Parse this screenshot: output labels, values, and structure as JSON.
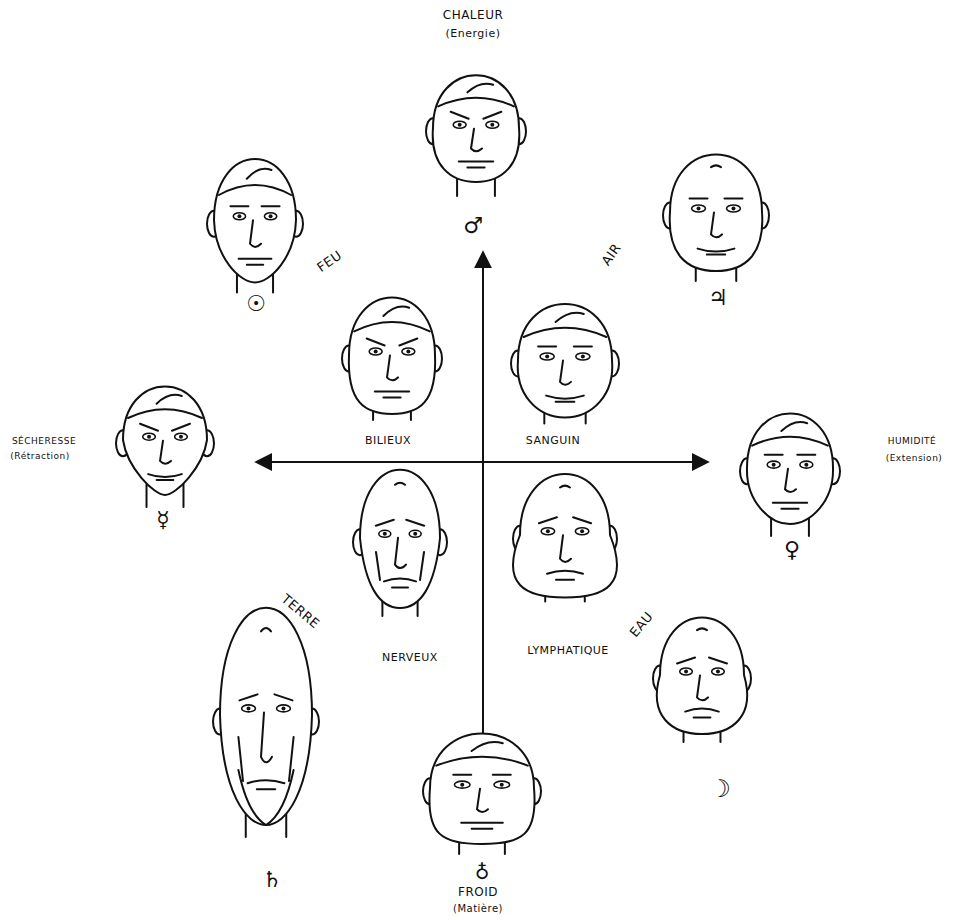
{
  "diagram": {
    "labels": [
      "CHALEUR",
      "(Energie)",
      "♂",
      "FEU",
      "☉",
      "AIR",
      "♃",
      "BILIEUX",
      "SANGUIN",
      "SÉCHERESSE",
      "(Rétraction)",
      "☿",
      "HUMIDITÉ",
      "(Extension)",
      "♀",
      "TERRE",
      "♄",
      "NERVEUX",
      "LYMPHATIQUE",
      "EAU",
      "☽",
      "♁",
      "FROID",
      "(Matière)"
    ]
  }
}
